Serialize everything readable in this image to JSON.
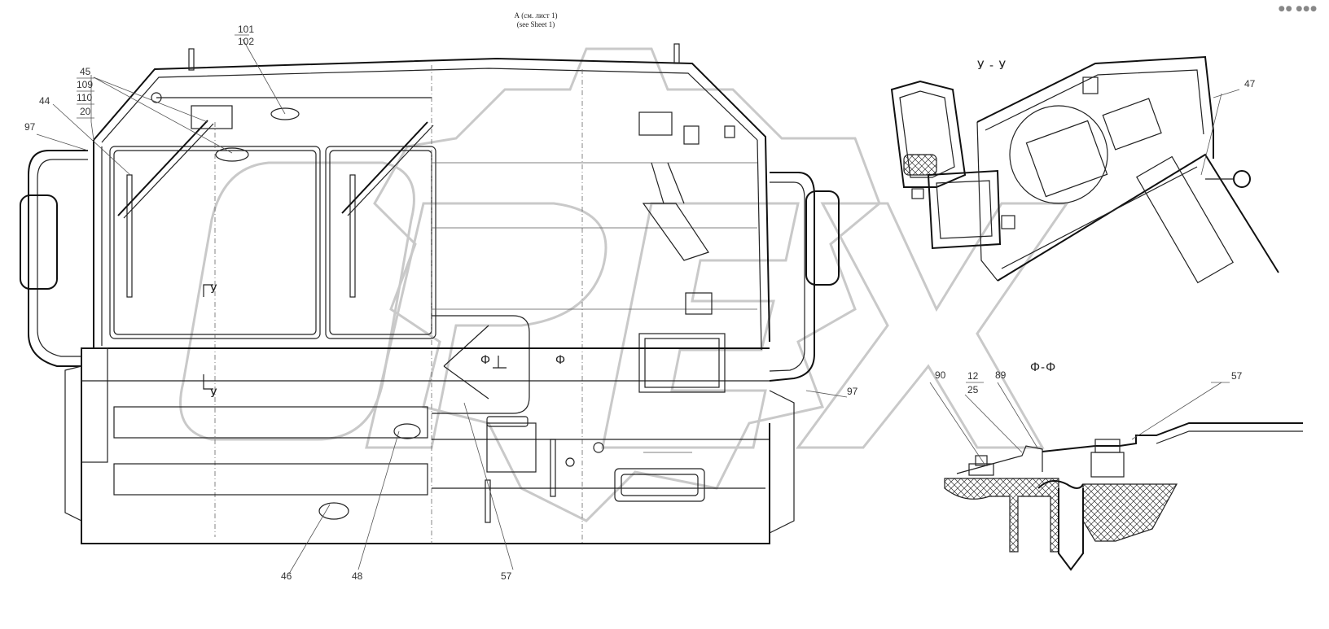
{
  "view_title": {
    "line1": "А (см. лист 1)",
    "line2": "(see Sheet 1)"
  },
  "section_labels": {
    "uu": "У - У",
    "ff": "Ф-Ф",
    "marker_u": "У",
    "marker_f": "Ф"
  },
  "callouts": {
    "c101": "101",
    "c102": "102",
    "c45": "45",
    "c109": "109",
    "c110": "110",
    "c20": "20",
    "c44": "44",
    "c97_left": "97",
    "c97_right": "97",
    "c47": "47",
    "c90": "90",
    "c12": "12",
    "c25": "25",
    "c89": "89",
    "c57_right": "57",
    "c46": "46",
    "c48": "48",
    "c57_bottom": "57"
  },
  "watermark": {
    "text": "ОРЕХ"
  },
  "corner_mark": "●● ●●●"
}
